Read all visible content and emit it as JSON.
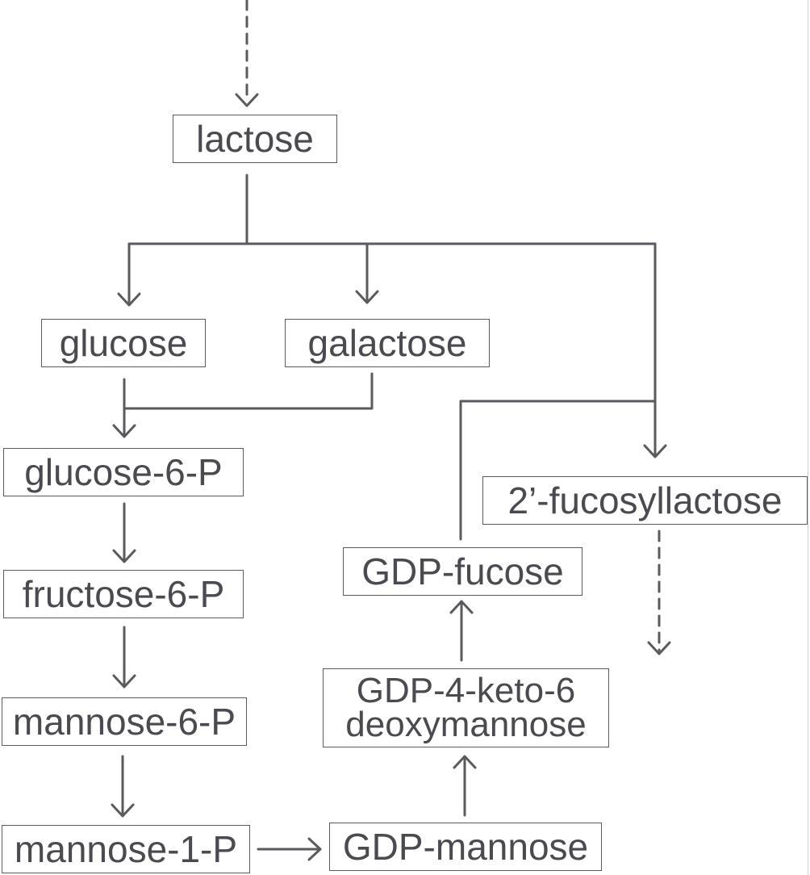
{
  "nodes": {
    "lactose": "lactose",
    "glucose": "glucose",
    "galactose": "galactose",
    "glucose_6_p": "glucose-6-P",
    "fructose_6_p": "fructose-6-P",
    "mannose_6_p": "mannose-6-P",
    "mannose_1_p": "mannose-1-P",
    "gdp_mannose": "GDP-mannose",
    "gdp_keto_line1": "GDP-4-keto-6",
    "gdp_keto_line2": "deoxymannose",
    "gdp_fucose": "GDP-fucose",
    "fucosyllactose": "2’-fucosyllactose"
  },
  "colors": {
    "stroke": "#5a5a5f",
    "text": "#4a4a50",
    "background": "#ffffff"
  }
}
